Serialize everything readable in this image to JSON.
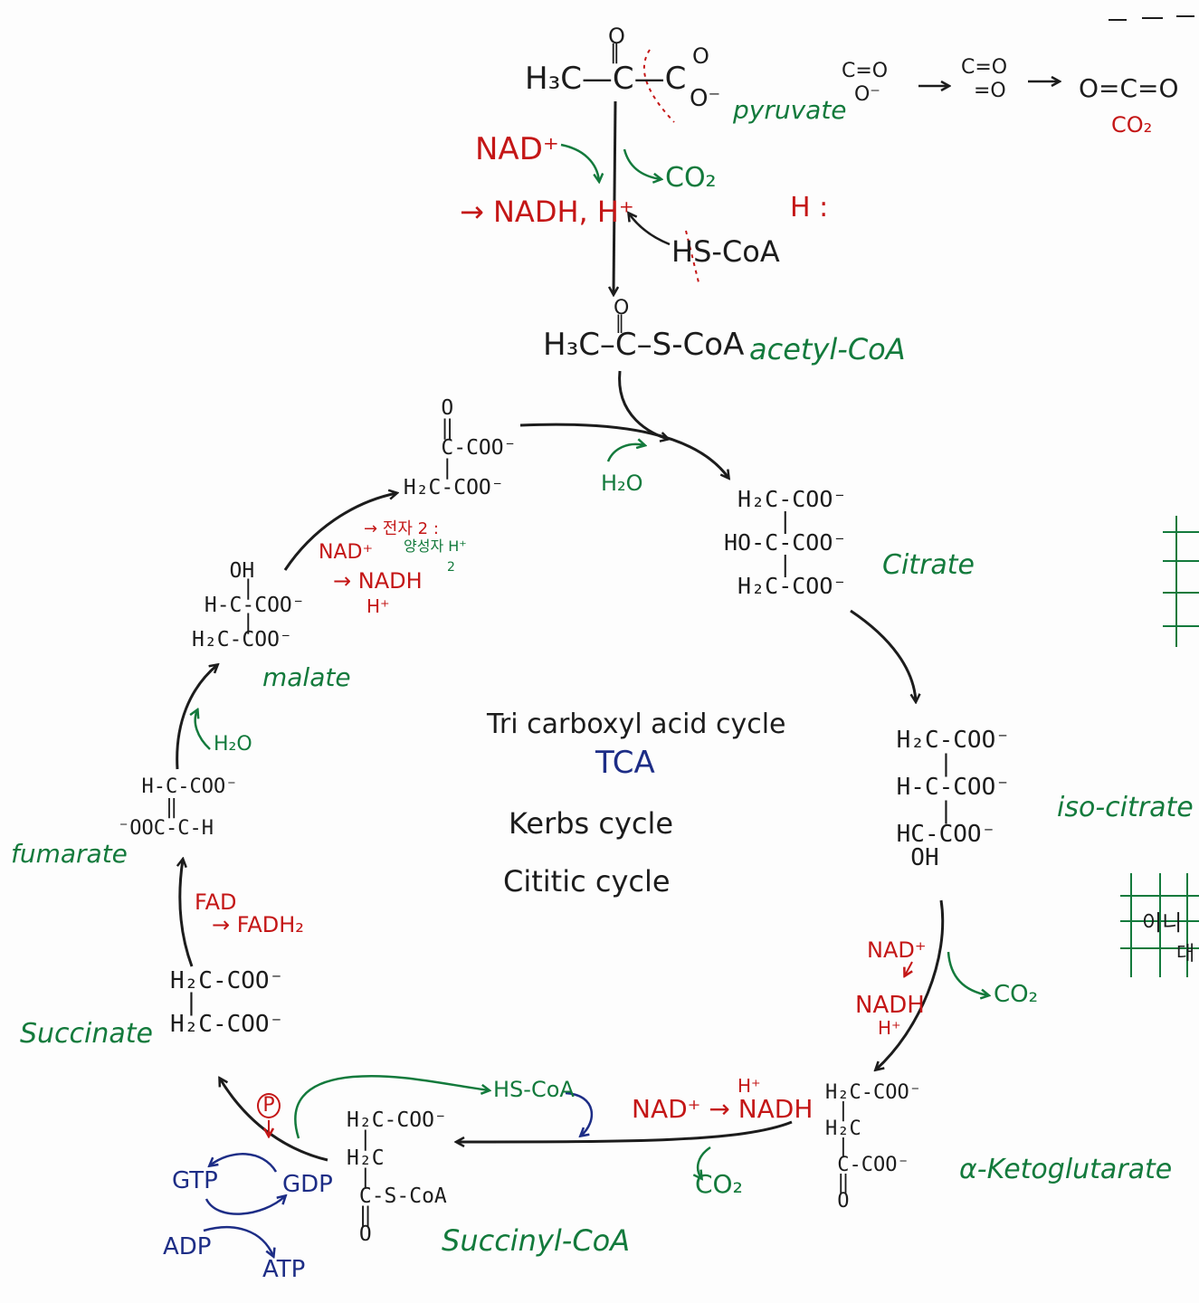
{
  "colors": {
    "ink": "#1c1c1c",
    "green": "#137a3c",
    "red": "#c41616",
    "blue": "#1d2d86"
  },
  "title": {
    "line1": "Tri carboxyl acid cycle",
    "line2": "TCA",
    "line3": "Kerbs cycle",
    "line4": "Cititic cycle"
  },
  "pyruvate": {
    "formula": "H₃C—C—C",
    "carbonyl_o": "O",
    "acid_o": "O",
    "anion": "O⁻",
    "name": "pyruvate"
  },
  "co2_steps": {
    "step1": "C=O\n  O⁻",
    "step2": "C=O\n  =O",
    "step3": "O=C=O",
    "label": "CO₂"
  },
  "pdh": {
    "nad_in": "NAD⁺",
    "nadh_out": "→ NADH, H⁺",
    "co2": "CO₂",
    "hscoa": "HS-CoA",
    "h_note": "H :"
  },
  "acetyl_coa": {
    "formula": "H₃C–C–S-CoA",
    "carbonyl_o": "O",
    "name": "acetyl-CoA"
  },
  "oxaloacetate": {
    "lines": [
      "    O",
      "    ‖",
      "    C-COO⁻",
      "    |",
      " H₂C-COO⁻"
    ]
  },
  "water_in": "H₂O",
  "citrate": {
    "lines": [
      " H₂C-COO⁻",
      "    |",
      "HO-C-COO⁻",
      "    |",
      " H₂C-COO⁻"
    ],
    "name": "Citrate"
  },
  "isocitrate": {
    "lines": [
      " H₂C-COO⁻",
      "    |",
      " H-C-COO⁻",
      "    |",
      " HC-COO⁻",
      "  OH"
    ],
    "name": "iso-citrate"
  },
  "idh": {
    "nad": "NAD⁺",
    "nadh": "NADH",
    "h": "H⁺",
    "co2": "CO₂"
  },
  "akg": {
    "lines": [
      "H₂C-COO⁻",
      " |",
      "H₂C",
      " |",
      " C-COO⁻",
      " ‖",
      " O"
    ],
    "name": "α-Ketoglutarate"
  },
  "akgdh": {
    "nad_step": "NAD⁺ → NADH",
    "h": "H⁺",
    "co2": "CO₂"
  },
  "succinyl_coa": {
    "lines": [
      "H₂C-COO⁻",
      " |",
      "H₂C",
      " |",
      " C-S-CoA",
      " ‖",
      " O"
    ],
    "name": "Succinyl-CoA"
  },
  "scs": {
    "hscoa": "HS-CoA",
    "p": "P",
    "gtp": "GTP",
    "gdp": "GDP",
    "adp": "ADP",
    "atp": "ATP"
  },
  "succinate": {
    "lines": [
      "H₂C-COO⁻",
      " |",
      "H₂C-COO⁻"
    ],
    "name": "Succinate"
  },
  "sdh": {
    "fad": "FAD",
    "fadh2": "→ FADH₂"
  },
  "fumarate": {
    "lines": [
      "  H-C-COO⁻",
      "    ‖",
      "⁻OOC-C-H"
    ],
    "name": "fumarate"
  },
  "fumarase_water": "H₂O",
  "malate": {
    "lines": [
      "   OH",
      "    |",
      " H-C-COO⁻",
      "    |",
      "H₂C-COO⁻"
    ],
    "name": "malate"
  },
  "mdh": {
    "nad": "NAD⁺",
    "arrow_note": "→ 전자 2 :",
    "proton_note": "양성자 H⁺",
    "proton_count": "2",
    "nadh": "→ NADH",
    "h": "H⁺"
  },
  "margin_notes": {
    "right": "이니",
    "right2": "대"
  }
}
